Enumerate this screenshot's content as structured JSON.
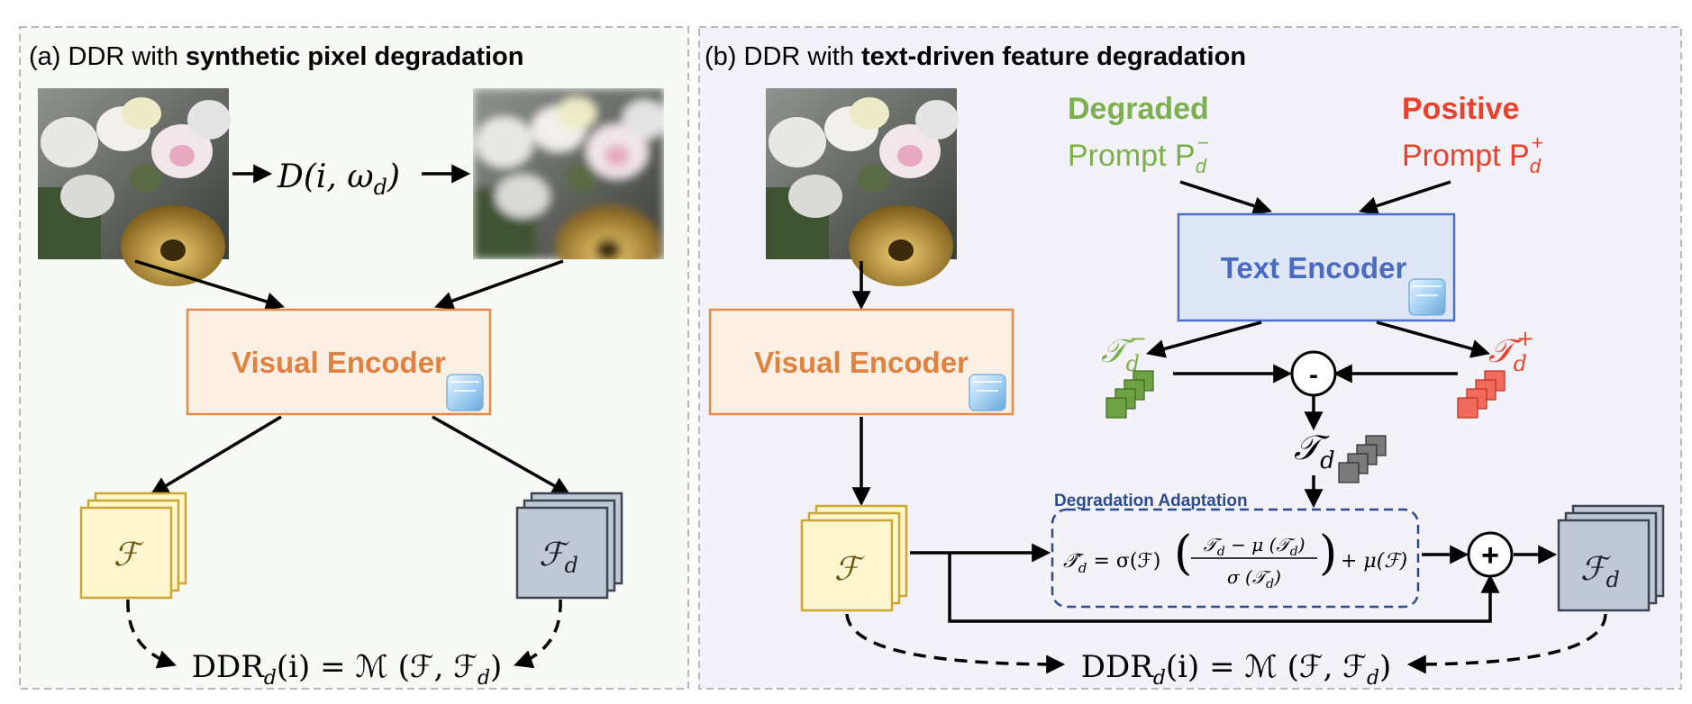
{
  "panel_a": {
    "title_prefix": "(a) DDR with ",
    "title_bold": "synthetic pixel degradation",
    "degrade_op": "D(i, ω",
    "degrade_op_sub": "d",
    "degrade_op_close": ")",
    "encoder_label": "Visual Encoder",
    "feature_label": "ℱ",
    "degraded_feature_label": "ℱ",
    "degraded_feature_sub": "d",
    "formula": "DDR",
    "formula_sub": "d",
    "formula_rest": "(i) = ℳ (ℱ, ℱ",
    "formula_rest_sub": "d",
    "formula_close": ")"
  },
  "panel_b": {
    "title_prefix": "(b) DDR with ",
    "title_bold": "text-driven feature degradation",
    "degraded_prompt_head": "Degraded",
    "degraded_prompt_text": "Prompt P",
    "degraded_prompt_sub": "d",
    "degraded_prompt_sup": "−",
    "positive_prompt_head": "Positive",
    "positive_prompt_text": "Prompt P",
    "positive_prompt_sub": "d",
    "positive_prompt_sup": "+",
    "text_encoder_label": "Text Encoder",
    "visual_encoder_label": "Visual Encoder",
    "t_neg": "𝒯",
    "t_neg_sub": "d",
    "t_neg_sup": "−",
    "t_pos": "𝒯",
    "t_pos_sub": "d",
    "t_pos_sup": "+",
    "minus_op": "-",
    "t_d": "𝒯",
    "t_d_sub": "d",
    "adaptation_title": "Degradation Adaptation",
    "adapt_lhs": "𝒯̂",
    "adapt_lhs_sub": "d",
    "adapt_eq": " = σ(ℱ)",
    "adapt_num": "𝒯",
    "adapt_num_sub": "d",
    "adapt_num_rest": " − μ (𝒯",
    "adapt_num_rest_sub": "d",
    "adapt_num_close": ")",
    "adapt_den": "σ (𝒯",
    "adapt_den_sub": "d",
    "adapt_den_close": ")",
    "adapt_tail": "+ μ(ℱ)",
    "plus_op": "+",
    "feature_label": "ℱ",
    "degraded_feature_label": "ℱ",
    "degraded_feature_sub": "d",
    "formula": "DDR",
    "formula_sub": "d",
    "formula_rest": "(i) = ℳ (ℱ, ℱ",
    "formula_rest_sub": "d",
    "formula_close": ")"
  },
  "colors": {
    "visual_encoder_fill": "#fcefe4",
    "visual_encoder_stroke": "#e8894a",
    "visual_encoder_text": "#e0813f",
    "text_encoder_fill": "#dfe6f5",
    "text_encoder_stroke": "#4a6fc6",
    "text_encoder_text": "#4a6bbf",
    "feature_fill": "#fdf6cf",
    "feature_stroke": "#c9a732",
    "feature_text": "#6d5a12",
    "degraded_fill": "#c2c9d6",
    "degraded_stroke": "#3d4553",
    "green": "#7bb04d",
    "red": "#e8412c",
    "adapt_stroke": "#2f4b8a",
    "panel_a_bg": "#f7faf4",
    "panel_b_bg": "#f3f2f8"
  }
}
